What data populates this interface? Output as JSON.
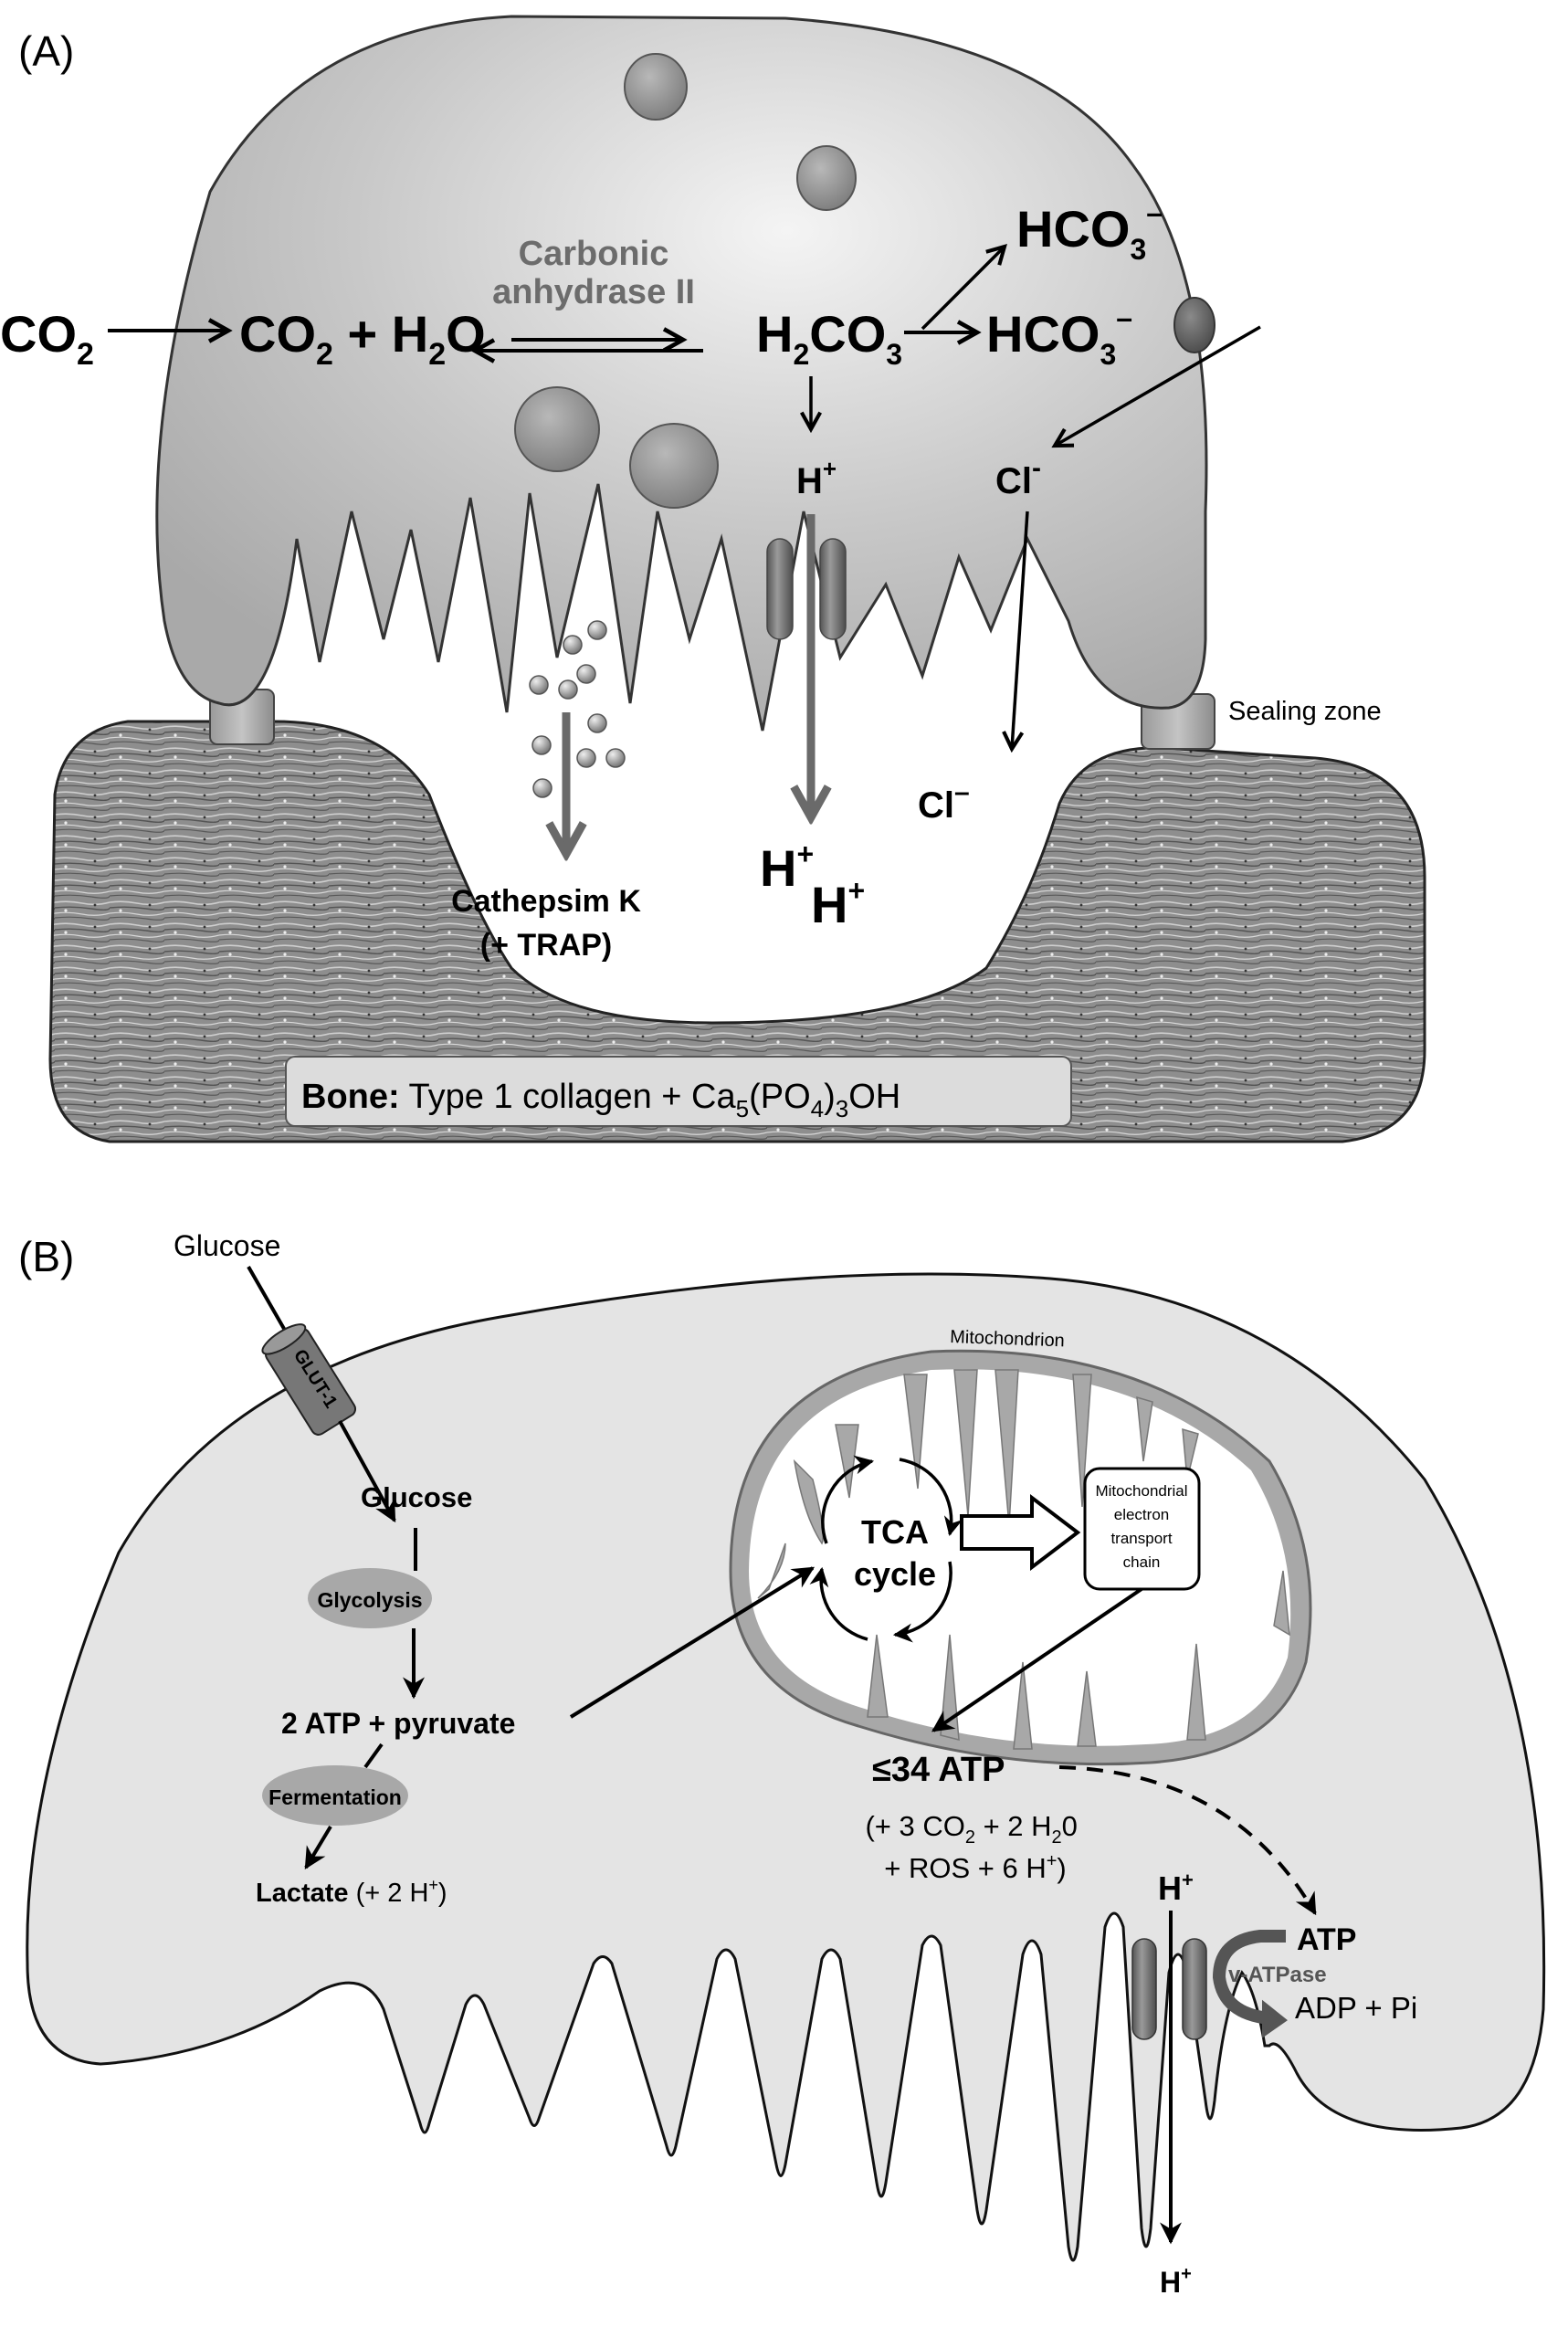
{
  "panel_a": {
    "label": "(A)",
    "co2_outside": {
      "main": "CO",
      "sub": "2"
    },
    "co2_h2o": {
      "co": "CO",
      "sub1": "2",
      "plus": " + H",
      "sub2": "2",
      "o": "O"
    },
    "enzyme": {
      "line1": "Carbonic",
      "line2": "anhydrase II"
    },
    "h2co3": {
      "h": "H",
      "sub1": "2",
      "co": "CO",
      "sub2": "3"
    },
    "hco3_inside": {
      "main": "HCO",
      "sub": "3",
      "sup": "–"
    },
    "hco3_outside": {
      "main": "HCO",
      "sub": "3",
      "sup": "–"
    },
    "h_plus_cell": {
      "main": "H",
      "sup": "+"
    },
    "cl_inside": {
      "main": "Cl",
      "sup": "-"
    },
    "cl_lacuna": {
      "main": "Cl",
      "sup": "–"
    },
    "sealing_zone": "Sealing zone",
    "cathepsin": {
      "line1": "Cathepsim K",
      "line2": "(+ TRAP)"
    },
    "h_plus_lacuna_1": {
      "main": "H",
      "sup": "+"
    },
    "h_plus_lacuna_2": {
      "main": "H",
      "sup": "+"
    },
    "bone_label": {
      "bold": "Bone:",
      "text": " Type 1 collagen + Ca",
      "sub1": "5",
      "paren": "(PO",
      "sub2": "4",
      "close": ")",
      "sub3": "3",
      "tail": "OH"
    }
  },
  "panel_b": {
    "label": "(B)",
    "glucose_outside": "Glucose",
    "glut1": "GLUT-1",
    "glucose_inside": "Glucose",
    "glycolysis": "Glycolysis",
    "atp_pyruvate": {
      "bold": "2 ATP",
      "text": " + pyruvate"
    },
    "fermentation": "Fermentation",
    "lactate": {
      "bold": "Lactate",
      "text": " (+ 2 H",
      "sup": "+",
      "close": ")"
    },
    "mitochondrion": "Mitochondrion",
    "tca": {
      "line1": "TCA",
      "line2": "cycle"
    },
    "etc": {
      "line1": "Mitochondrial",
      "line2": "electron",
      "line3": "transport",
      "line4": "chain"
    },
    "atp34": "≤34 ATP",
    "byproducts": {
      "line1_a": "(+ 3 CO",
      "line1_sub1": "2",
      "line1_b": " + 2 H",
      "line1_sub2": "2",
      "line1_c": "0",
      "line2_a": "+ ROS + 6 H",
      "line2_sup": "+",
      "line2_b": ")"
    },
    "h_plus_top": {
      "main": "H",
      "sup": "+"
    },
    "h_plus_bottom": {
      "main": "H",
      "sup": "+"
    },
    "atp": "ATP",
    "v_atpase": "v-ATPase",
    "adp_pi": "ADP + Pi"
  }
}
